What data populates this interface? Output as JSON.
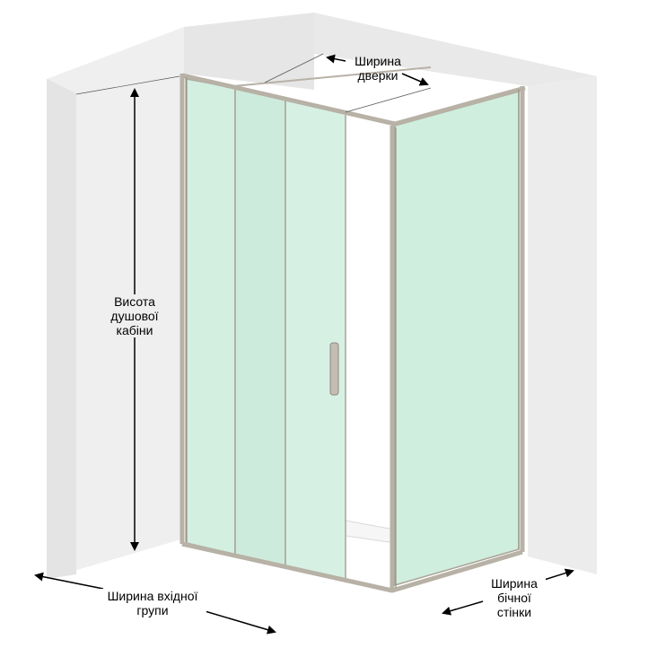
{
  "labels": {
    "door_width": [
      "Ширина",
      "дверки"
    ],
    "cabin_height": [
      "Висота",
      "душової",
      "кабіни"
    ],
    "entry_width": [
      "Ширина вхідної",
      "групи"
    ],
    "side_width": [
      "Ширина",
      "бічної",
      "стінки"
    ]
  },
  "colors": {
    "wall": "#ededed",
    "wall_dark": "#e2e2e2",
    "glass": "#cfeede",
    "glass_light": "#dff4ea",
    "frame": "#b9b3a8",
    "frame_dark": "#8f887c",
    "arrow": "#000000"
  }
}
